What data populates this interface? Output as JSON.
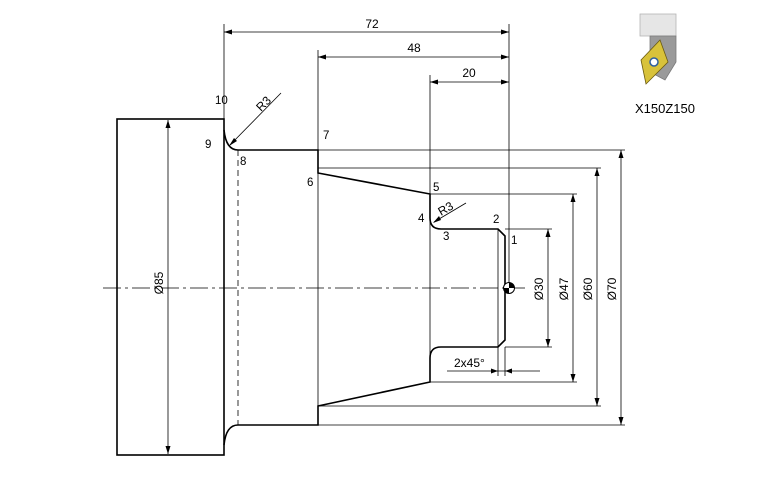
{
  "dimensions": {
    "length_72": "72",
    "length_48": "48",
    "length_20": "20",
    "radius_outer": "R3",
    "radius_inner": "R3",
    "chamfer": "2x45°",
    "dia_85": "Ø85",
    "dia_30": "Ø30",
    "dia_47": "Ø47",
    "dia_60": "Ø60",
    "dia_70": "Ø70"
  },
  "points": {
    "p1": "1",
    "p2": "2",
    "p3": "3",
    "p4": "4",
    "p5": "5",
    "p6": "6",
    "p7": "7",
    "p8": "8",
    "p9": "9",
    "p10": "10"
  },
  "tool": {
    "label": "X150Z150",
    "colors": {
      "insert": "#d8c23a",
      "holder": "#9a9a9a",
      "center": "#2d5fa0"
    }
  }
}
